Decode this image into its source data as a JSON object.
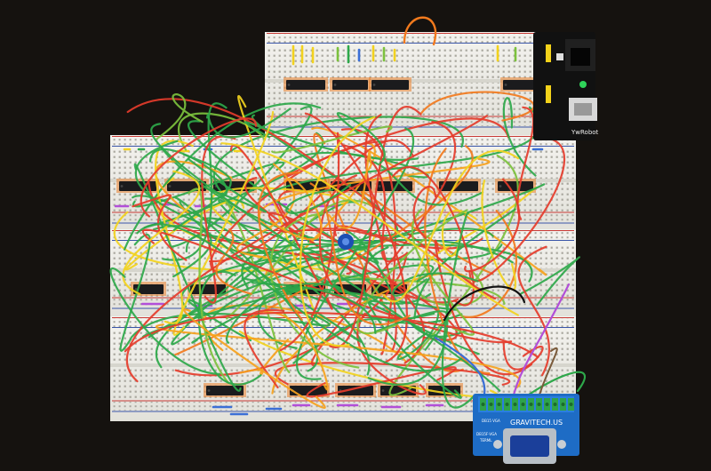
{
  "photo": {
    "background_color": "#15120f",
    "breadboard_color": "#ecebe6",
    "rail_red": "#c83a35",
    "rail_blue": "#3a56a8",
    "chip_color": "#1b1b1d",
    "wire_colors": [
      "#e53c2b",
      "#2ea84a",
      "#f6a21c",
      "#f2d21e",
      "#3b6fd6",
      "#b24fd8",
      "#f27a1d",
      "#7cc13d"
    ]
  },
  "power_module": {
    "brand_label": "YwRobot",
    "board_color": "#111111"
  },
  "vga_adapter": {
    "brand_label": "GRAVITECH.US",
    "small_label_a": "DB15 VGA",
    "small_label_b": "DB15F-VGA",
    "small_label_c": "TERML",
    "board_color": "#1e6cc5"
  }
}
